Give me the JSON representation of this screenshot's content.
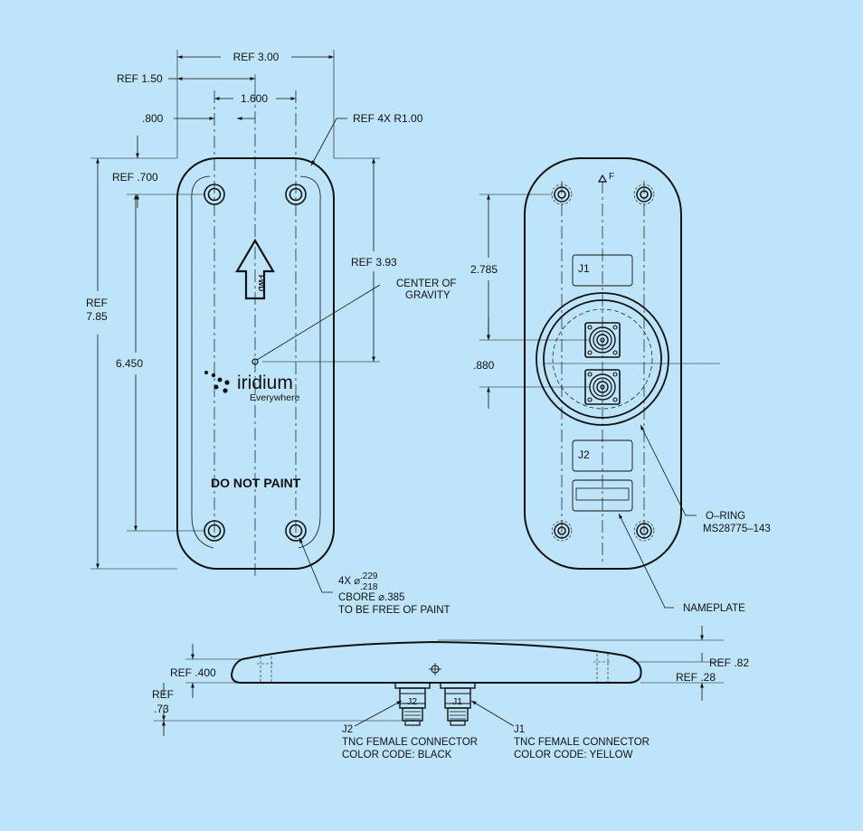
{
  "colors": {
    "background": "#bde4f8",
    "ink": "#111111"
  },
  "top_view": {
    "ref_300": "REF 3.00",
    "ref_150": "REF 1.50",
    "dim_1600": "1.600",
    "dim_800": ".800",
    "ref_r100": "REF 4X R1.00",
    "ref_700": "REF .700",
    "ref_393": "REF 3.93",
    "ref_785_a": "REF",
    "ref_785_b": "7.85",
    "dim_6450": "6.450",
    "cg_a": "CENTER OF",
    "cg_b": "GRAVITY",
    "fwd": "FWD",
    "logo_name": "iridium",
    "logo_tag": "Everywhere",
    "do_not_paint": "DO NOT PAINT",
    "hole_qty": "4X ⌀",
    "hole_max": ".229",
    "hole_min": ".218",
    "cbore": "CBORE ⌀.385",
    "paint_free": "TO BE FREE OF PAINT"
  },
  "bottom_view": {
    "datum_f": "F",
    "dim_2785": "2.785",
    "dim_880": ".880",
    "j1": "J1",
    "j2": "J2",
    "oring_a": "O–RING",
    "oring_b": "MS28775–143",
    "nameplate": "NAMEPLATE"
  },
  "side_view": {
    "ref_400": "REF .400",
    "ref_73_a": "REF",
    "ref_73_b": ".73",
    "ref_82": "REF .82",
    "ref_28": "REF .28",
    "j2_tag": "J2",
    "j1_tag": "J1",
    "j2_a": "J2",
    "j2_b": "TNC FEMALE CONNECTOR",
    "j2_c": "COLOR CODE: BLACK",
    "j1_a": "J1",
    "j1_b": "TNC FEMALE CONNECTOR",
    "j1_c": "COLOR CODE: YELLOW"
  }
}
